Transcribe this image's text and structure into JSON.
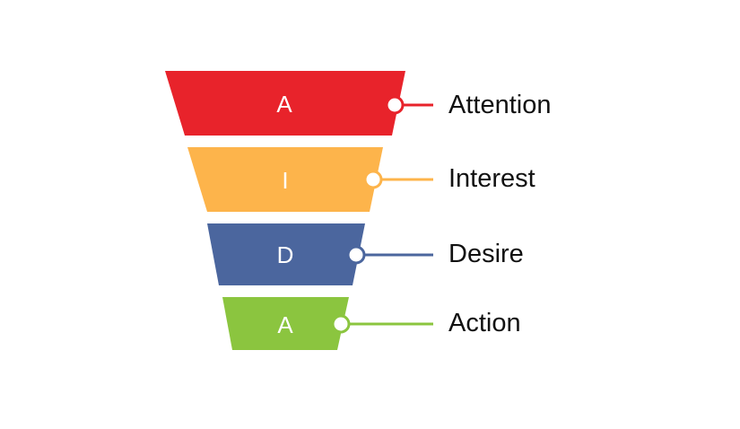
{
  "funnel": {
    "stages": [
      {
        "letter": "A",
        "label": "Attention",
        "color": "#e8232b"
      },
      {
        "letter": "I",
        "label": "Interest",
        "color": "#fdb44b"
      },
      {
        "letter": "D",
        "label": "Desire",
        "color": "#4b669e"
      },
      {
        "letter": "A",
        "label": "Action",
        "color": "#8bc53f"
      }
    ]
  }
}
